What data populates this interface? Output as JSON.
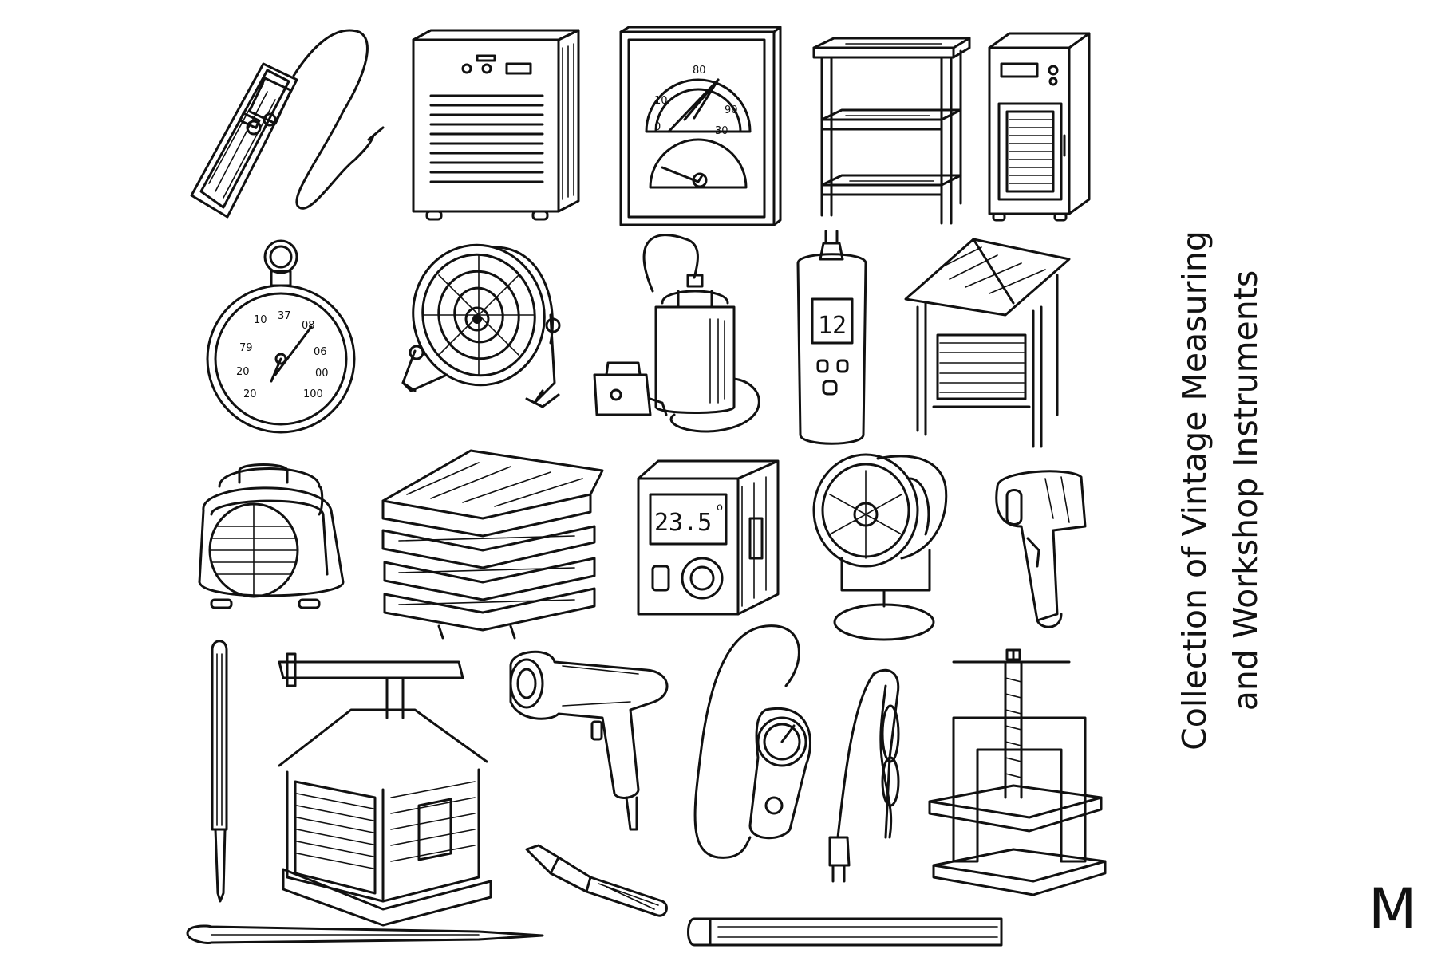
{
  "caption": {
    "line1": "Collection of Vintage Measuring",
    "line2": "and Workshop Instruments"
  },
  "mark": "M",
  "gauge_dial": {
    "labels": [
      "80",
      "10",
      "90",
      "0",
      "30"
    ]
  },
  "stopwatch_dial": {
    "labels": [
      "10",
      "37",
      "08",
      "79",
      "06",
      "20",
      "00",
      "20",
      "100"
    ]
  },
  "handheld_display": "12",
  "thermostat_display": "23.5",
  "thermostat_unit": "o",
  "ink_color": "#111111",
  "paper_color": "#ffffff"
}
